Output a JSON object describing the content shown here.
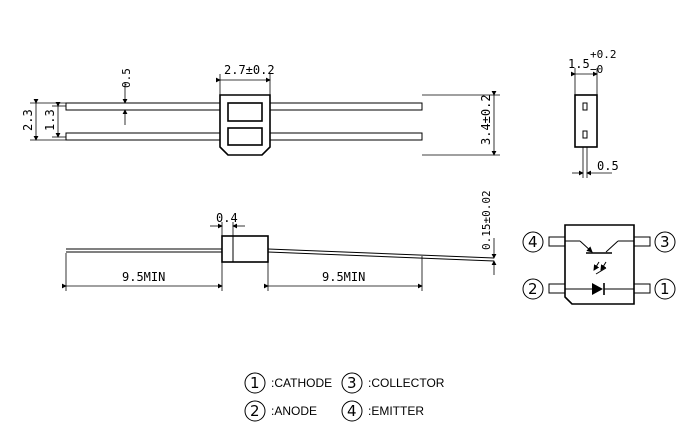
{
  "dimensions": {
    "body_width": "2.7±0.2",
    "lead_thickness": "0.5",
    "overall_height": "2.3",
    "lead_pitch": "1.3",
    "body_height": "3.4±0.2",
    "side_width_base": "1.5",
    "side_width_tol_plus": "+0.2",
    "side_width_tol_minus": "−0",
    "side_lead": "0.5",
    "front_gap": "0.4",
    "lead_dia": "0.15±0.02",
    "left_lead_len": "9.5MIN",
    "right_lead_len": "9.5MIN"
  },
  "pins": {
    "p1": "1",
    "p2": "2",
    "p3": "3",
    "p4": "4"
  },
  "legend": [
    {
      "num": "1",
      "label": ":CATHODE"
    },
    {
      "num": "3",
      "label": ":COLLECTOR"
    },
    {
      "num": "2",
      "label": ":ANODE"
    },
    {
      "num": "4",
      "label": ":EMITTER"
    }
  ]
}
